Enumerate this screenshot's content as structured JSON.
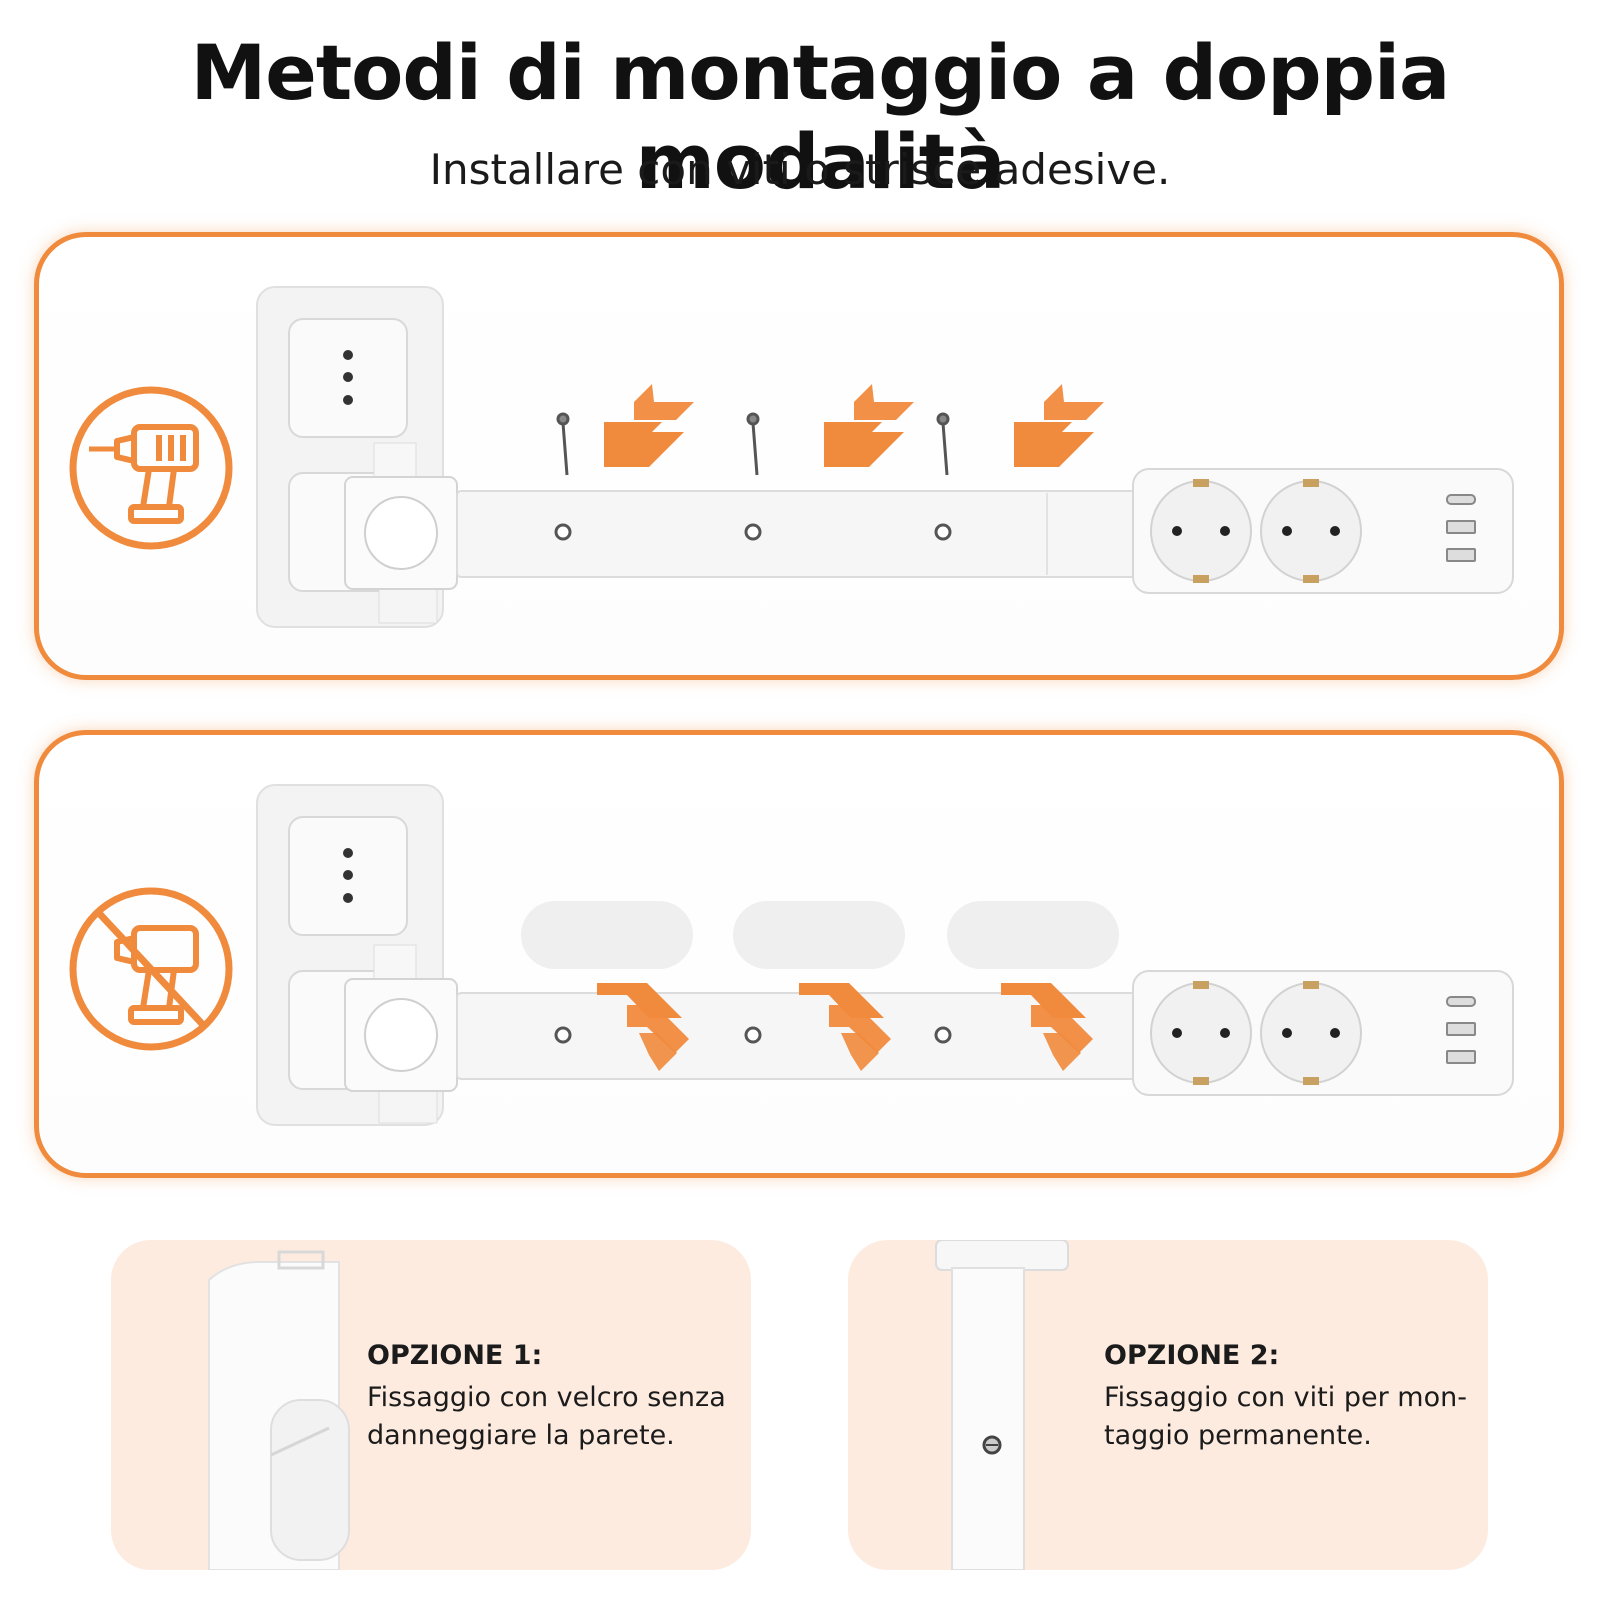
{
  "header": {
    "title": "Metodi di montaggio a doppia modalità",
    "subtitle": "Installare con viti o strisce adesive."
  },
  "colors": {
    "accent": "#f08a3c",
    "card_background": "#fdebe0",
    "text": "#111111"
  },
  "panels": [
    {
      "method": "screws",
      "icon": "drill-icon",
      "arrow_direction": "down-left"
    },
    {
      "method": "adhesive-strips",
      "icon": "no-drill-icon",
      "arrow_direction": "up-right"
    }
  ],
  "options": [
    {
      "label": "OPZIONE 1:",
      "description_line1": "Fissaggio con velcro senza",
      "description_line2": "danneggiare la parete."
    },
    {
      "label": "OPZIONE 2:",
      "description_line1": "Fissaggio con viti per mon-",
      "description_line2": "taggio permanente."
    }
  ]
}
